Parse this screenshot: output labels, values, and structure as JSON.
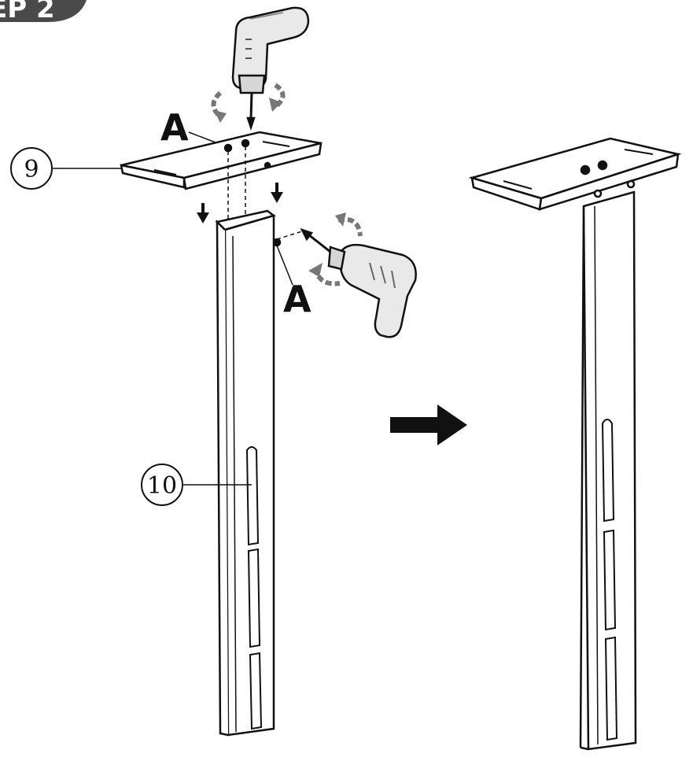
{
  "step_badge": {
    "text": "EP 2",
    "color": "#4a4a4a"
  },
  "labels": {
    "screw_top": "A",
    "screw_side": "A",
    "part_plate": "9",
    "part_pole": "10"
  },
  "icons": {
    "drill_top": "power-drill-icon",
    "drill_side": "power-drill-icon",
    "transition": "right-arrow-icon"
  },
  "colors": {
    "line": "#111111",
    "drill_body": "#e6e6e6",
    "arrow": "#111111"
  }
}
